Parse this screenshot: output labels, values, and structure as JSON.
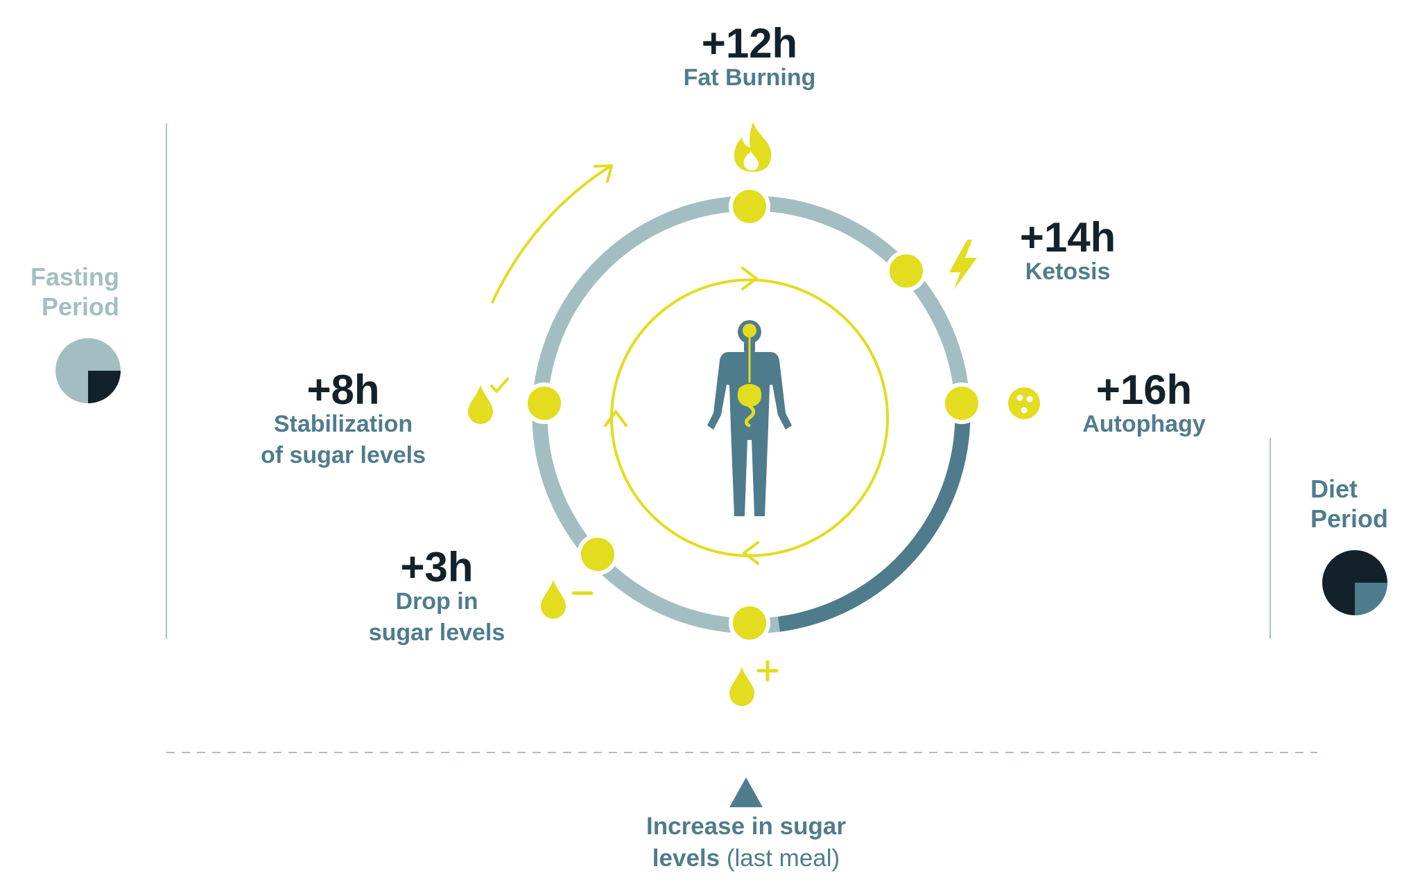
{
  "colors": {
    "accent": "#e3dc1f",
    "ring_light": "#a3bec3",
    "ring_dark": "#4f7c8d",
    "dark": "#13222a",
    "rule": "#a8c0c6"
  },
  "milestones": [
    {
      "id": "12h",
      "hours": "+12h",
      "label": "Fat Burning",
      "icon": "flame-icon"
    },
    {
      "id": "14h",
      "hours": "+14h",
      "label": "Ketosis",
      "icon": "lightning-icon"
    },
    {
      "id": "16h",
      "hours": "+16h",
      "label": "Autophagy",
      "icon": "cell-icon"
    },
    {
      "id": "8h",
      "hours": "+8h",
      "label_lines": [
        "Stabilization",
        "of sugar levels"
      ],
      "icon": "drop-check-icon"
    },
    {
      "id": "3h",
      "hours": "+3h",
      "label_lines": [
        "Drop in",
        "sugar levels"
      ],
      "icon": "drop-minus-icon"
    }
  ],
  "meal": {
    "line1": "Increase in sugar",
    "line2_bold": "levels",
    "line2_normal": " (last meal)",
    "icon": "drop-plus-icon"
  },
  "fasting": {
    "lines": [
      "Fasting",
      "Period"
    ],
    "icon": "pie-quarter-icon",
    "quarter_fraction": 0.25
  },
  "diet": {
    "lines": [
      "Diet",
      "Period"
    ],
    "icon": "pie-quarter-icon",
    "quarter_fraction": 0.25
  },
  "center_icon": "human-body-icon",
  "cycle_arrows_icon": "cycle-arrow-icon",
  "progress_arrow_icon": "curved-arrow-icon",
  "meal_marker_icon": "triangle-up-icon"
}
